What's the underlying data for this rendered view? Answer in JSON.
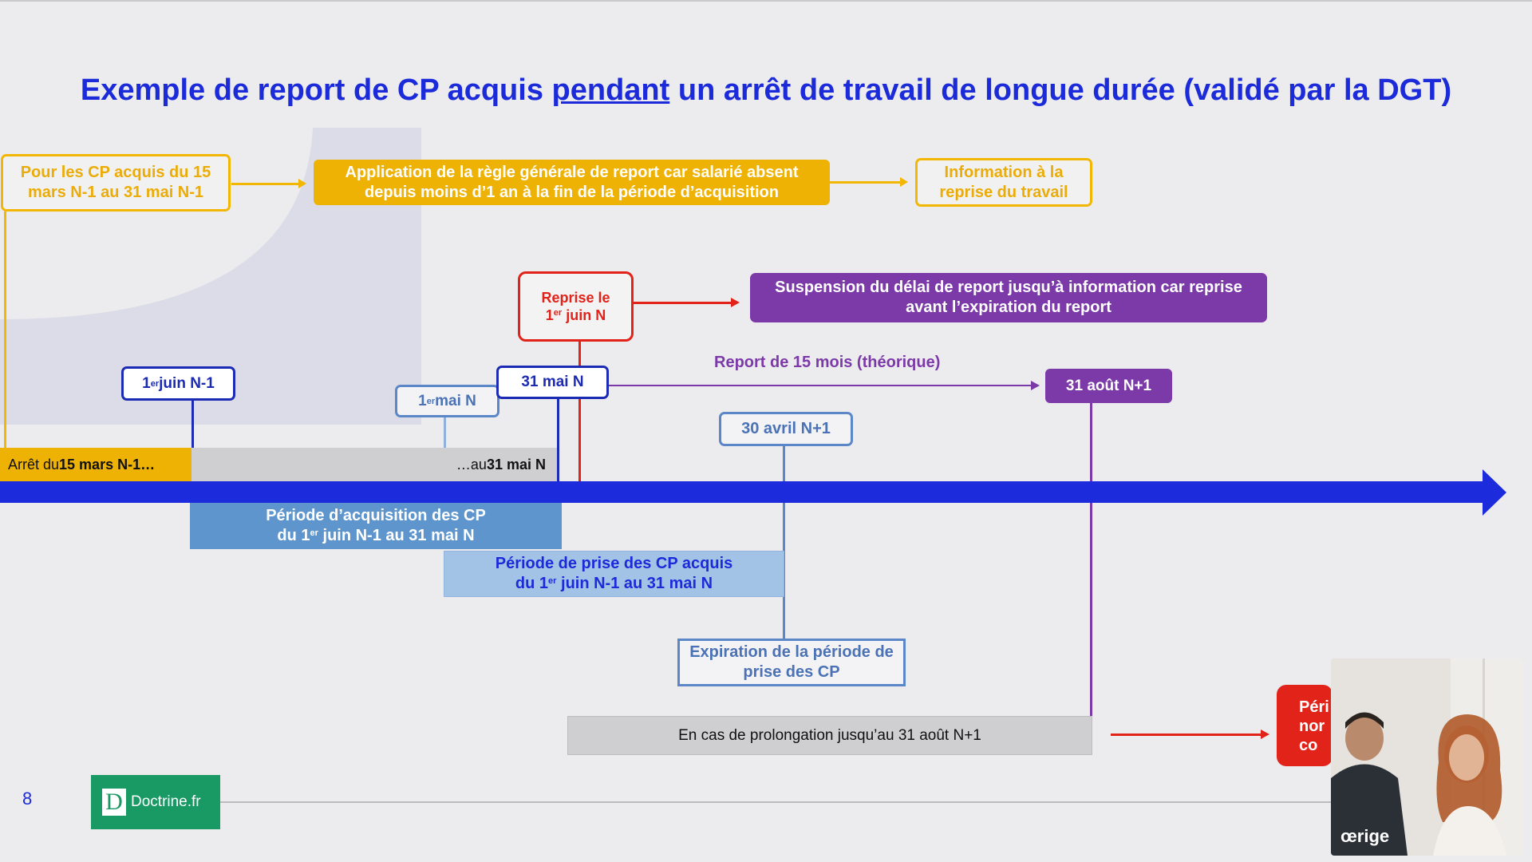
{
  "title": {
    "before": "Exemple de report de CP acquis ",
    "underlined": "pendant",
    "after": " un arrêt de travail de longue durée (validé par la DGT)"
  },
  "top_row": {
    "cp_box": "Pour les CP acquis du 15 mars N-1 au 31 mai N-1",
    "rule_box": "Application de la règle générale de report car salarié absent depuis moins d’1 an à la fin de la période d’acquisition",
    "info_box": "Information à la reprise du travail"
  },
  "reprise": {
    "line1": "Reprise le",
    "line2_a": "1",
    "line2_sup": "er",
    "line2_b": " juin N"
  },
  "suspension": "Suspension du délai de report jusqu’à information car reprise avant l’expiration du report",
  "report_label": "Report de 15 mois (théorique)",
  "dates": {
    "juin_n1": {
      "a": "1",
      "sup": "er",
      "b": " juin N-1"
    },
    "mai_n": {
      "a": "1",
      "sup": "er",
      "b": " mai N"
    },
    "mai_31": "31 mai N",
    "aout": "31 août N+1",
    "avril": "30 avril N+1"
  },
  "arret": {
    "prefix": "Arrêt du ",
    "bold": "15 mars N-1…"
  },
  "au_mai": {
    "prefix": "…au ",
    "bold": "31 mai N"
  },
  "acquisition": {
    "line1": "Période d’acquisition des CP",
    "line2_a": "du 1",
    "line2_sup": "er",
    "line2_b": " juin N-1 au 31 mai N"
  },
  "prise": {
    "line1": "Période de prise des CP acquis",
    "line2_a": "du 1",
    "line2_sup": "er",
    "line2_b": " juin N-1 au 31 mai N"
  },
  "expiration": "Expiration de la période de prise des CP",
  "prolongation": "En cas de prolongation jusqu’au 31 août N+1",
  "cut_box": "Péri\nnor\nco",
  "slide_number": "8",
  "logo": {
    "letter": "D",
    "text": "Doctrine.fr"
  },
  "video_caption": "œrige",
  "colors": {
    "blue": "#1c2bdc",
    "yellow": "#eeb204",
    "red": "#e2231a",
    "purple": "#7b3aa8",
    "green": "#199a64"
  }
}
